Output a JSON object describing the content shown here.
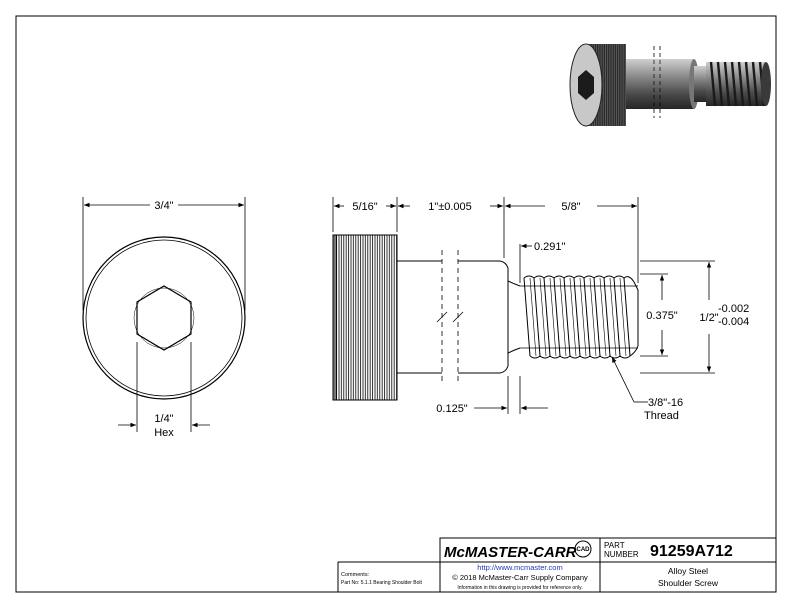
{
  "end_view": {
    "dia": "3/4\"",
    "hex_size": "1/4\"",
    "hex_label": "Hex"
  },
  "side_view": {
    "head_len": "5/16\"",
    "shoulder_len": "1\"±0.005",
    "thread_len": "5/8\"",
    "neck_len": "0.291\"",
    "minor_dia": "0.375\"",
    "shoulder_dia": "1/2\"",
    "tol_plus": "-0.002",
    "tol_minus": "-0.004",
    "undercut": "0.125\"",
    "thread_spec": "3/8\"-16",
    "thread_word": "Thread"
  },
  "title_block": {
    "brand": "McMASTER-CARR",
    "cad": "CAD",
    "part_label_1": "PART",
    "part_label_2": "NUMBER",
    "part_number": "91259A712",
    "url": "http://www.mcmaster.com",
    "copyright": "© 2018 McMaster-Carr Supply Company",
    "disclaimer": "Information in this drawing is provided for reference only.",
    "desc_1": "Alloy Steel",
    "desc_2": "Shoulder Screw",
    "comments_label": "Comments:",
    "part_no_note": "Part No: 5.1.1 Bearing Shoulder Bolt"
  }
}
